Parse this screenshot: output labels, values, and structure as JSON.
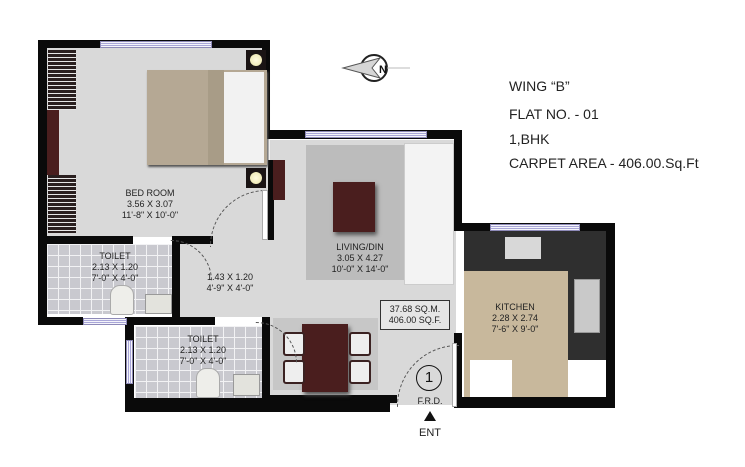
{
  "info": {
    "wing": "WING “B”",
    "flat_no": "FLAT NO. - 01",
    "type": "1,BHK",
    "carpet_area": "CARPET AREA - 406.00.Sq.Ft"
  },
  "rooms": {
    "bedroom": {
      "name": "BED ROOM",
      "metric": "3.56 X 3.07",
      "imperial": "11'-8\" X 10'-0\""
    },
    "toilet1": {
      "name": "TOILET",
      "metric": "2.13 X 1.20",
      "imperial": "7'-0\" X 4'-0\""
    },
    "toilet2": {
      "name": "TOILET",
      "metric": "2.13 X 1.20",
      "imperial": "7'-0\" X 4'-0\""
    },
    "passage": {
      "metric": "1.43 X 1.20",
      "imperial": "4'-9\" X 4'-0\""
    },
    "living": {
      "name": "LIVING/DIN",
      "metric": "3.05 X 4.27",
      "imperial": "10'-0\" X 14'-0\""
    },
    "kitchen": {
      "name": "KITCHEN",
      "metric": "2.28 X 2.74",
      "imperial": "7'-6\" X 9'-0\""
    }
  },
  "area_box": {
    "sqm": "37.68 SQ.M.",
    "sqf": "406.00 SQ.F."
  },
  "entrance": {
    "number": "1",
    "door": "F.R.D.",
    "label": "ENT"
  },
  "compass": {
    "icon": "north-arrow-icon",
    "letter": "N"
  },
  "colors": {
    "wall": "#0a0a0a",
    "floor": "#d9d9d9",
    "tile": "#c9c9cf",
    "wood": "#4a1e1e",
    "kitchen_floor": "#c8b89c",
    "counter": "#2f2f2f",
    "window": "#a9a6d8"
  }
}
